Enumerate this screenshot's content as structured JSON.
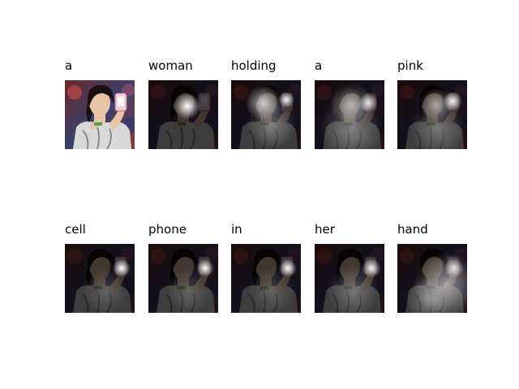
{
  "figure": {
    "panels": [
      {
        "word": "a",
        "kind": "original",
        "focus": "none"
      },
      {
        "word": "woman",
        "kind": "attention",
        "focus": "face"
      },
      {
        "word": "holding",
        "kind": "attention",
        "focus": "face-phone"
      },
      {
        "word": "a",
        "kind": "attention",
        "focus": "face-phone-wide"
      },
      {
        "word": "pink",
        "kind": "attention",
        "focus": "phone-face"
      },
      {
        "word": "cell",
        "kind": "attention",
        "focus": "phone"
      },
      {
        "word": "phone",
        "kind": "attention",
        "focus": "phone"
      },
      {
        "word": "in",
        "kind": "attention",
        "focus": "phone"
      },
      {
        "word": "her",
        "kind": "attention",
        "focus": "phone-body"
      },
      {
        "word": "hand",
        "kind": "attention",
        "focus": "body-wide"
      }
    ]
  },
  "colors": {
    "skin": "#e8c4a8",
    "hair": "#1a1210",
    "phone": "#f2c9d4",
    "shirt": "#d9d9d9",
    "background": "#6a2a2a",
    "glow": "#ffffff"
  }
}
